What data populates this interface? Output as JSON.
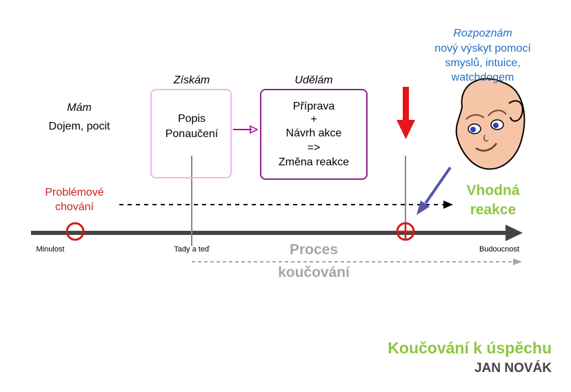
{
  "colors": {
    "axis": "#444444",
    "red": "#cc1f1f",
    "arrow_red": "#e8141b",
    "green": "#8dc63f",
    "gray": "#a6a6a6",
    "pink_border": "#f0b4f0",
    "purple_border": "#8b1f8b",
    "purple_arrow": "#a000a0",
    "blue_text": "#1f6fc2",
    "blue_arrow": "#5555aa",
    "brand_gray": "#444444"
  },
  "have": {
    "heading": "Mám",
    "text": "Dojem, pocit"
  },
  "gain": {
    "heading": "Získám",
    "lines": [
      "Popis",
      "Ponaučení"
    ]
  },
  "do": {
    "heading": "Udělám",
    "lines": [
      "Příprava",
      "+",
      "Návrh akce",
      "=>",
      "Změna reakce"
    ]
  },
  "recognize": {
    "heading": "Rozpoznám",
    "lines": [
      "nový výskyt pomocí",
      "smyslů, intuice,",
      "watchdogem"
    ]
  },
  "problem": {
    "lines": [
      "Problémové",
      "chování"
    ]
  },
  "suitable": {
    "lines": [
      "Vhodná",
      "reakce"
    ]
  },
  "timeline": {
    "past": "Minulost",
    "now": "Tady a teď",
    "future": "Budoucnost"
  },
  "process": {
    "lines": [
      "Proces",
      "koučování"
    ]
  },
  "brand": {
    "title": "Koučování k úspěchu",
    "author": "JAN NOVÁK"
  },
  "icons": {
    "face": "smiling-face-icon"
  }
}
